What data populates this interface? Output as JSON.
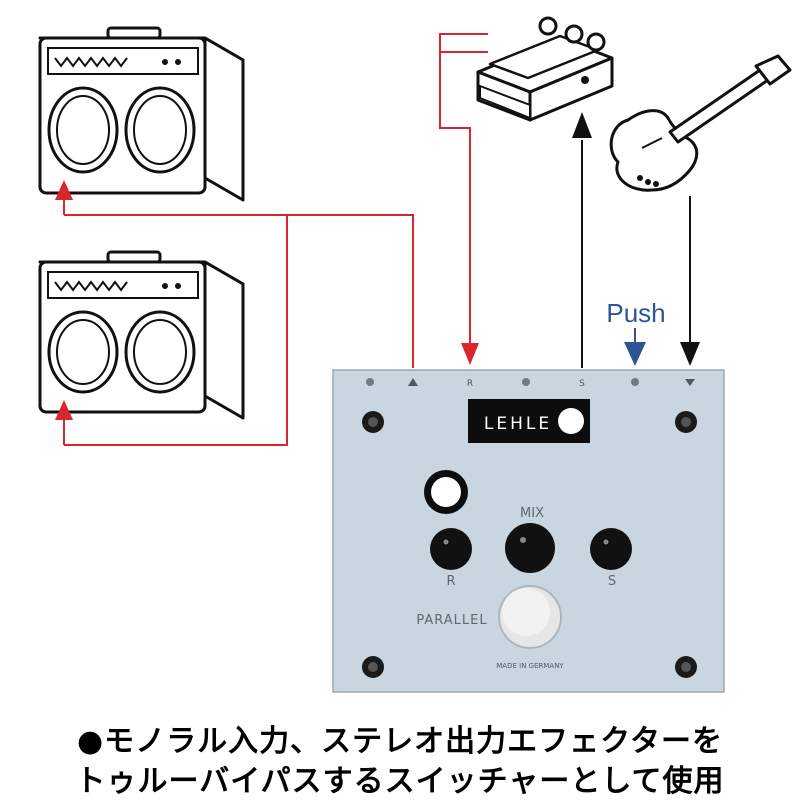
{
  "pedal": {
    "brand": "LEHLE",
    "mix_label": "MIX",
    "r_knob_label": "R",
    "s_knob_label": "S",
    "parallel_label": "PARALLEL",
    "made_in": "MADE IN GERMANY",
    "jack_labels": {
      "return": "R",
      "send": "S"
    }
  },
  "annotations": {
    "push": "Push"
  },
  "caption": {
    "line1": "●モノラル入力、ステレオ出力エフェクターを",
    "line2": "トゥルーバイパスするスイッチャーとして使用"
  },
  "colors": {
    "signal_red": "#d8262b",
    "push_blue": "#2f5496",
    "pedal_body": "#c9d6df",
    "outline": "#111111"
  },
  "icons": [
    "amplifier-icon",
    "amplifier-icon",
    "stereo-effect-pedal-icon",
    "electric-guitar-icon"
  ]
}
